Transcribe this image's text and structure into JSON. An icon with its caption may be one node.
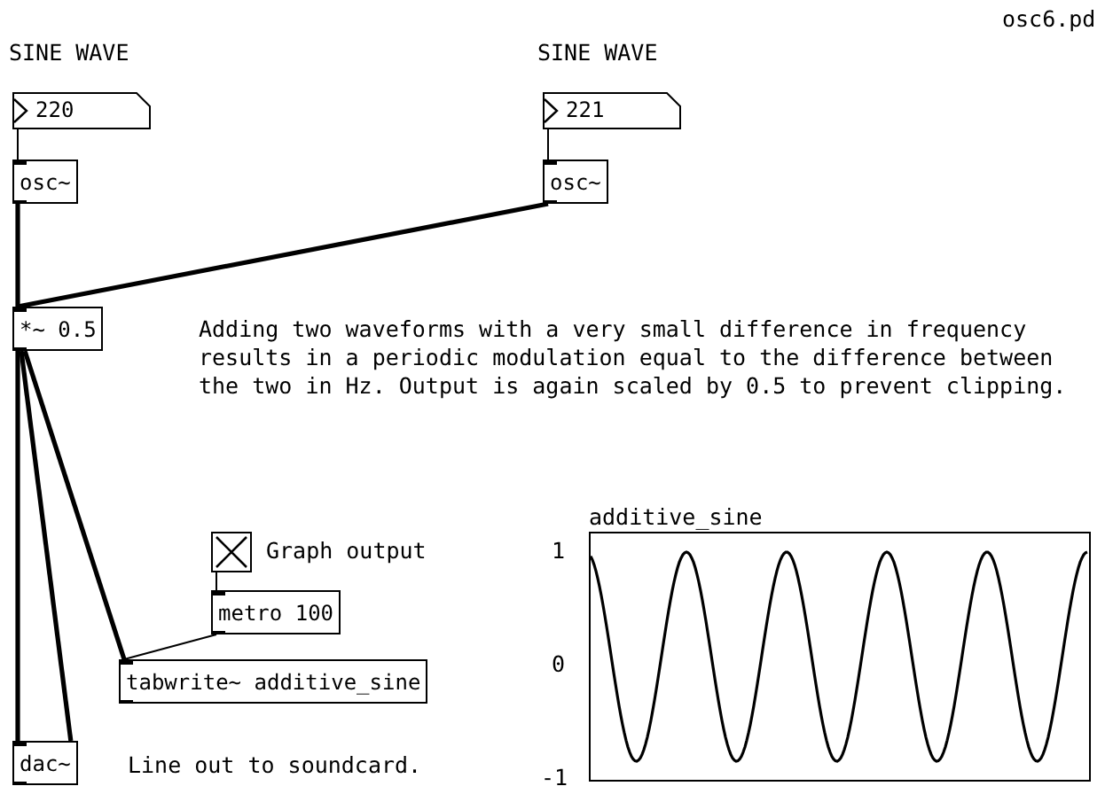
{
  "diagram": {
    "nodes": [
      {
        "text": [
          "220"
        ]
      },
      {
        "text": [
          "221"
        ]
      },
      {
        "text": [
          "osc~"
        ]
      },
      {
        "text": [
          "osc~"
        ]
      },
      {
        "text": [
          "*~ 0.5"
        ]
      },
      {
        "text": [],
        "shape": "box",
        "beside": [
          "Graph output"
        ]
      },
      {
        "text": [
          "metro 100"
        ]
      },
      {
        "text": [
          "tabwrite~ additive_sine"
        ]
      },
      {
        "text": [
          "dac~"
        ]
      },
      {
        "text": [
          "additive_sine"
        ]
      }
    ],
    "edges": [
      {
        "from": 0,
        "to": 2,
        "arrow": "none"
      },
      {
        "from": 1,
        "to": 3,
        "arrow": "none"
      },
      {
        "from": 2,
        "to": 4,
        "arrow": "none"
      },
      {
        "from": 3,
        "to": 4,
        "arrow": "none"
      },
      {
        "from": 4,
        "to": 8,
        "arrow": "none"
      },
      {
        "from": 4,
        "to": 8,
        "arrow": "none"
      },
      {
        "from": 4,
        "to": 7,
        "arrow": "none"
      },
      {
        "from": 5,
        "to": 6,
        "arrow": "none"
      },
      {
        "from": 6,
        "to": 7,
        "arrow": "none"
      }
    ],
    "labels": [
      "osc6.pd",
      "SINE WAVE",
      "SINE WAVE",
      "Adding two waveforms with a very small difference in frequency results in a periodic modulation equal to the difference between the two in Hz. Output is again scaled by 0.5 to prevent clipping.",
      "1",
      "0",
      "-1",
      "Line out to soundcard."
    ]
  }
}
